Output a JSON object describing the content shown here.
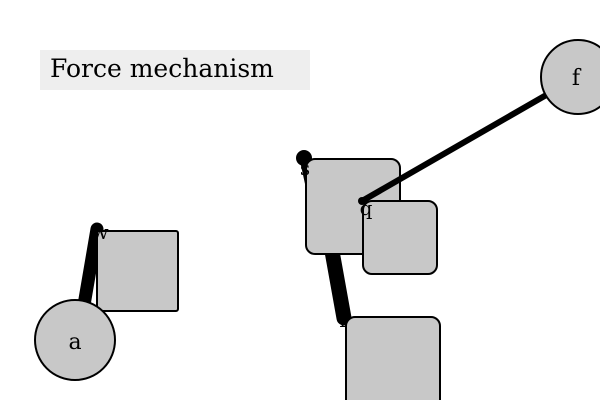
{
  "title": "Force mechanism",
  "labels": {
    "circle_a": "a",
    "circle_f": "f",
    "joint_w": "w",
    "joint_s": "s",
    "joint_q": "q",
    "joint_r": "r"
  },
  "colors": {
    "shape_fill": "#c8c8c8",
    "stroke": "#000000",
    "title_background": "#eeeeee"
  }
}
